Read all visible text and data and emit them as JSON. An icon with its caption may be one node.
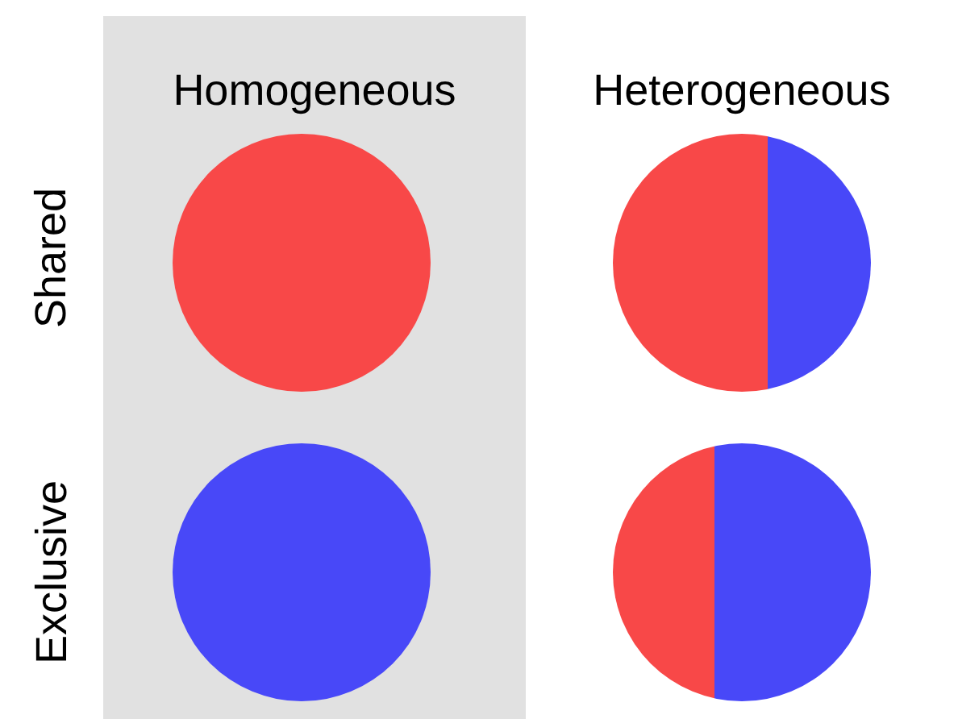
{
  "diagram": {
    "nodes": [
      {
        "text": [
          "Homogeneous"
        ]
      },
      {
        "text": [],
        "shape": "circle",
        "in": 0
      },
      {
        "text": [],
        "shape": "circle"
      },
      {
        "text": [],
        "shape": "circle",
        "in": 0
      },
      {
        "text": [],
        "shape": "circle"
      }
    ],
    "labels": [
      "Heterogeneous",
      "Shared",
      "Exclusive"
    ]
  }
}
